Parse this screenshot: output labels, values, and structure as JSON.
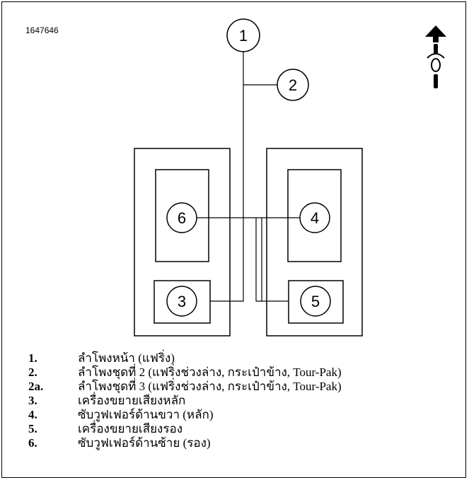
{
  "figure_id": "1647646",
  "callouts": {
    "c1": "1",
    "c2": "2",
    "c3": "3",
    "c4": "4",
    "c5": "5",
    "c6": "6"
  },
  "legend": [
    {
      "num": "1.",
      "text": "ลำโพงหน้า (แฟริ่ง)"
    },
    {
      "num": "2.",
      "text": "ลำโพงชุดที่ 2 (แฟริ่งช่วงล่าง, กระเป๋าข้าง, Tour-Pak)"
    },
    {
      "num": "2a.",
      "text": "ลำโพงชุดที่ 3 (แฟริ่งช่วงล่าง, กระเป๋าข้าง, Tour-Pak)"
    },
    {
      "num": "3.",
      "text": "เครื่องขยายเสียงหลัก"
    },
    {
      "num": "4.",
      "text": "ซับวูฟเฟอร์ด้านขวา (หลัก)"
    },
    {
      "num": "5.",
      "text": "เครื่องขยายเสียงรอง"
    },
    {
      "num": "6.",
      "text": "ซับวูฟเฟอร์ด้านซ้าย (รอง)"
    }
  ],
  "orientation_icon": "motorcycle-forward-icon"
}
